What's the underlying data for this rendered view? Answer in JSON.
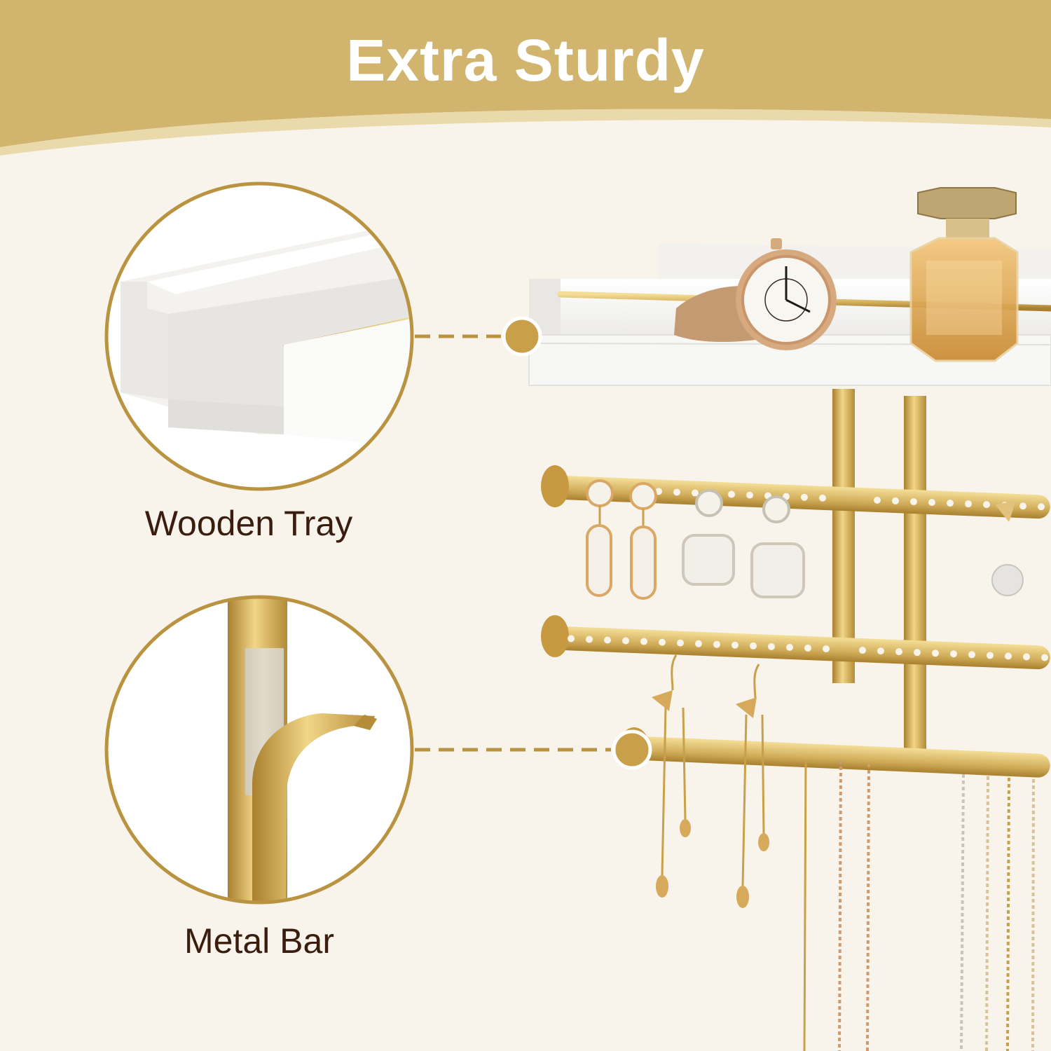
{
  "headline": "Extra Sturdy",
  "callouts": {
    "tray": "Wooden Tray",
    "bar": "Metal Bar"
  },
  "colors": {
    "banner": "#d1b46e",
    "banner_wave": "#ead9aa",
    "background": "#f8f4ec",
    "gold": "#c9a04a",
    "label_text": "#3a1d0e"
  }
}
